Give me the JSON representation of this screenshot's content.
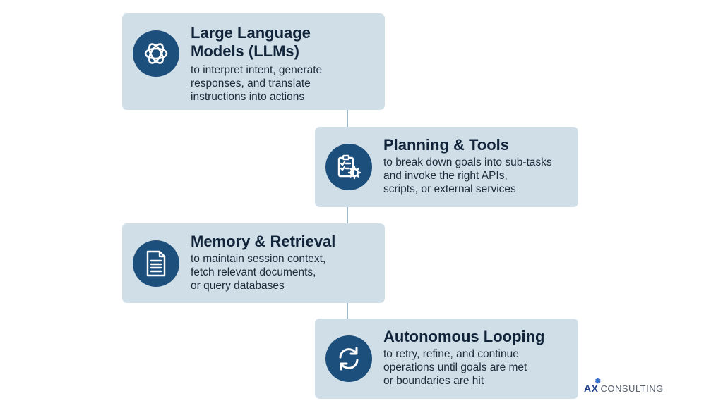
{
  "cards": [
    {
      "title": "Large Language\nModels (LLMs)",
      "description": "to interpret intent, generate\nresponses, and translate\ninstructions into actions",
      "icon": "neural-knot-icon"
    },
    {
      "title": "Planning & Tools",
      "description": "to break down goals into sub-tasks\nand invoke the right APIs,\nscripts, or external services",
      "icon": "clipboard-gear-icon"
    },
    {
      "title": "Memory & Retrieval",
      "description": "to maintain session context,\nfetch relevant documents,\nor query databases",
      "icon": "document-icon"
    },
    {
      "title": "Autonomous Looping",
      "description": "to retry, refine, and continue\noperations until goals are met\nor boundaries are hit",
      "icon": "refresh-icon"
    }
  ],
  "brand": {
    "prefix": "AX",
    "suffix": "CONSULTING"
  },
  "colors": {
    "card_background": "#cfdee7",
    "icon_background": "#1d4f7d",
    "connector": "#9fb8c7",
    "title_text": "#12243a"
  }
}
